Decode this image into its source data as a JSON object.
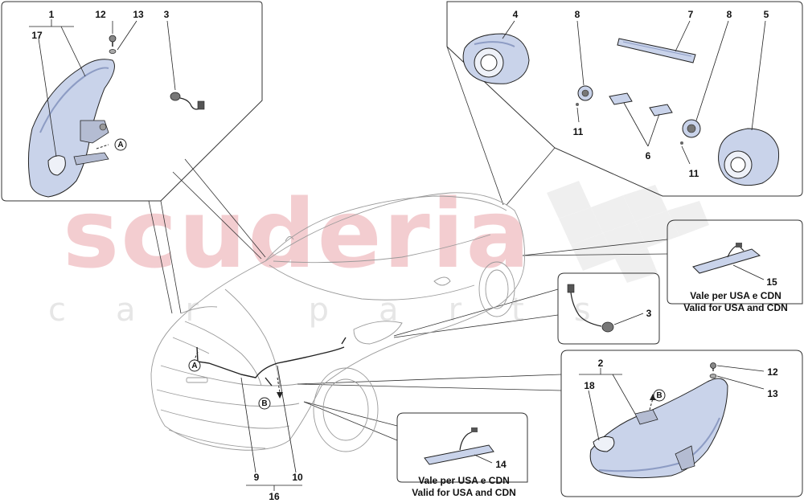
{
  "watermark": {
    "brand": "scuderia",
    "sub": "car parts"
  },
  "callouts": {
    "c1": "1",
    "c17": "17",
    "c12a": "12",
    "c13a": "13",
    "c3a": "3",
    "c4": "4",
    "c8a": "8",
    "c7": "7",
    "c8b": "8",
    "c5": "5",
    "c11a": "11",
    "c6": "6",
    "c11b": "11",
    "c15": "15",
    "c3b": "3",
    "c2": "2",
    "c18": "18",
    "c12b": "12",
    "c13b": "13",
    "c14": "14",
    "c9": "9",
    "c10": "10",
    "c16": "16"
  },
  "markers": {
    "a": "A",
    "b": "B"
  },
  "notes": {
    "usa_it": "Vale per USA e CDN",
    "usa_en": "Valid for USA and CDN"
  },
  "colors": {
    "part_blue": "#c9d3ea",
    "part_blue_dark": "#8d9cc4",
    "line": "#222222",
    "watermark_red": "#f2c8cc"
  }
}
